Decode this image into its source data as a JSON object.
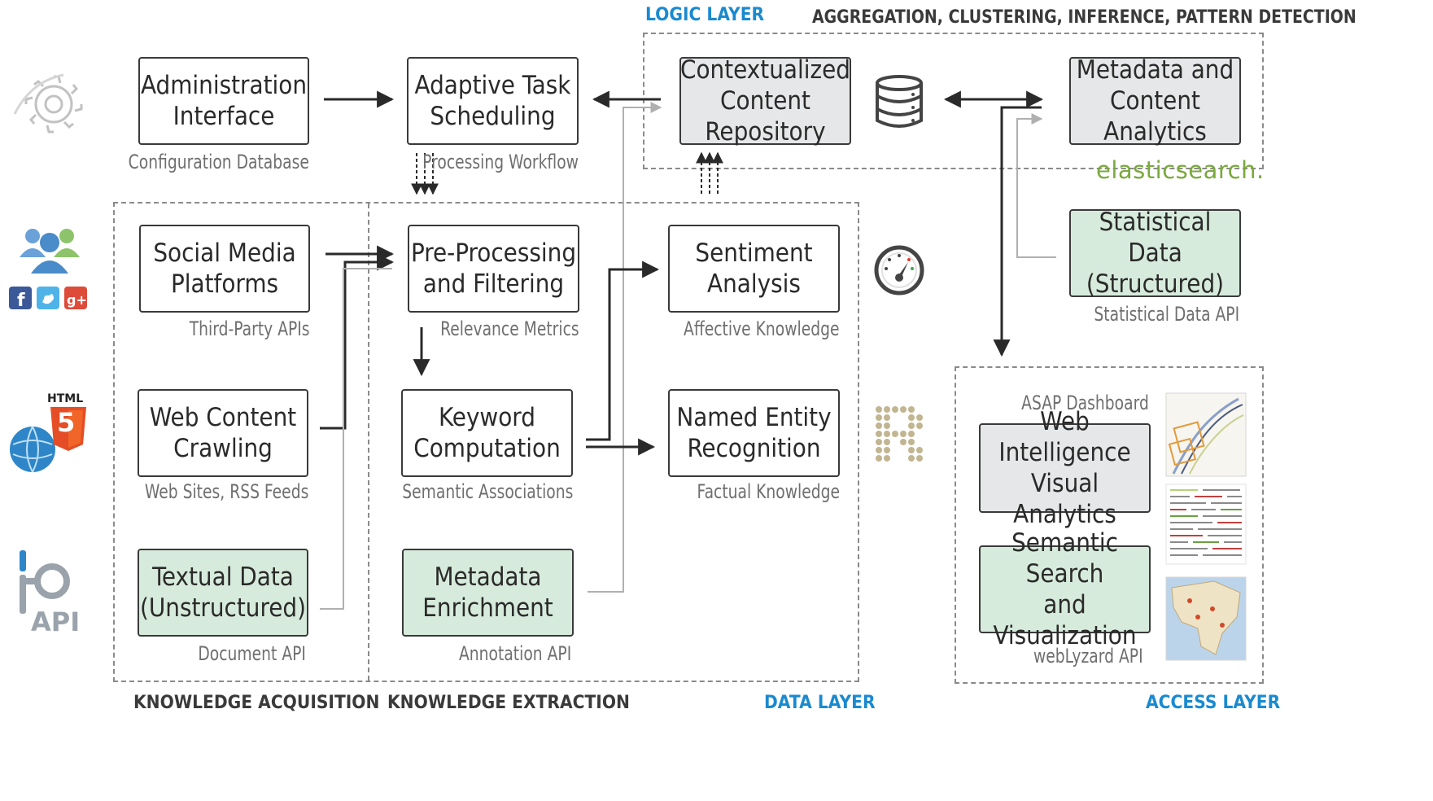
{
  "layers": {
    "logic": "LOGIC LAYER",
    "logic_desc": "AGGREGATION, CLUSTERING, INFERENCE, PATTERN DETECTION",
    "acquisition": "KNOWLEDGE ACQUISITION",
    "extraction": "KNOWLEDGE EXTRACTION",
    "data": "DATA LAYER",
    "access": "ACCESS LAYER"
  },
  "boxes": {
    "admin": "Administration\nInterface",
    "adaptive": "Adaptive Task\nScheduling",
    "repository": "Contextualized\nContent Repository",
    "metadata_analytics": "Metadata and\nContent Analytics",
    "social": "Social Media\nPlatforms",
    "preprocessing": "Pre-Processing\nand Filtering",
    "sentiment": "Sentiment\nAnalysis",
    "statistical": "Statistical Data\n(Structured)",
    "web_crawling": "Web Content\nCrawling",
    "keyword": "Keyword\nComputation",
    "ner": "Named Entity\nRecognition",
    "textual": "Textual Data\n(Unstructured)",
    "enrichment": "Metadata\nEnrichment",
    "visual_analytics": "Web Intelligence\nVisual Analytics",
    "semantic_search": "Semantic Search\nand Visualization"
  },
  "captions": {
    "admin": "Configuration Database",
    "adaptive": "Processing Workflow",
    "social": "Third-Party APIs",
    "preprocessing": "Relevance Metrics",
    "sentiment": "Affective Knowledge",
    "statistical": "Statistical Data API",
    "web_crawling": "Web Sites, RSS Feeds",
    "keyword": "Semantic Associations",
    "ner": "Factual Knowledge",
    "textual": "Document API",
    "enrichment": "Annotation API",
    "dashboard": "ASAP Dashboard",
    "weblyzard": "webLyzard API"
  },
  "logos": {
    "elasticsearch": "elasticsearch.",
    "html5": "HTML",
    "html5_digit": "5",
    "api": "API",
    "r": "R"
  },
  "icons": {
    "gear": "gear-icon",
    "users": "users-icon",
    "facebook": "facebook-icon",
    "twitter": "twitter-icon",
    "gplus": "google-plus-icon",
    "database": "database-icon",
    "gauge": "gauge-icon"
  },
  "colors": {
    "accent": "#1a8ad0",
    "green_box": "#d7ebdc",
    "gray_box": "#e6e7e8",
    "elastic": "#7aa93c"
  }
}
